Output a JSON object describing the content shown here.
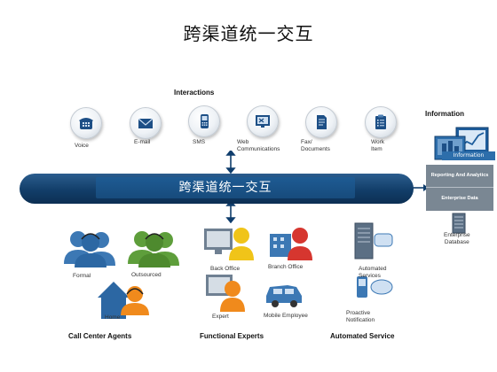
{
  "title": "跨渠道统一交互",
  "interactions": {
    "heading": "Interactions",
    "items": [
      {
        "label_lines": [
          "Voice"
        ],
        "icon": "phone-icon"
      },
      {
        "label_lines": [
          "E-mail"
        ],
        "icon": "envelope-icon"
      },
      {
        "label_lines": [
          "SMS"
        ],
        "icon": "mobile-phone-icon"
      },
      {
        "label_lines": [
          "Web",
          "Communications"
        ],
        "icon": "web-monitor-icon"
      },
      {
        "label_lines": [
          "Fax/",
          "Documents"
        ],
        "icon": "fax-document-icon"
      },
      {
        "label_lines": [
          "Work",
          "Item"
        ],
        "icon": "clipboard-icon"
      }
    ]
  },
  "bar": {
    "label": "跨渠道统一交互",
    "color": "#123e69"
  },
  "information": {
    "heading": "Information",
    "overlay_label": "Information",
    "rows": [
      "Reporting And Analytics",
      "Enterprise Data"
    ],
    "database_lines": [
      "Enterprise",
      "Database"
    ]
  },
  "agents": {
    "heading": "Call Center Agents",
    "formal": "Formal",
    "outsourced": "Outsourced",
    "home": "Home"
  },
  "experts": {
    "heading": "Functional Experts",
    "back_office": "Back Office",
    "branch_office": "Branch Office",
    "expert": "Expert",
    "mobile_employee": "Mobile Employee"
  },
  "service": {
    "heading": "Automated Service",
    "automated_lines": [
      "Automated",
      "Services"
    ],
    "proactive_lines": [
      "Proactive",
      "Notification"
    ]
  },
  "colors": {
    "bar": "#123e69",
    "accent_orange": "#f08a1c",
    "person_blue": "#3c78b4",
    "person_green": "#4e8a2e",
    "panel_gray": "#7a8793"
  }
}
